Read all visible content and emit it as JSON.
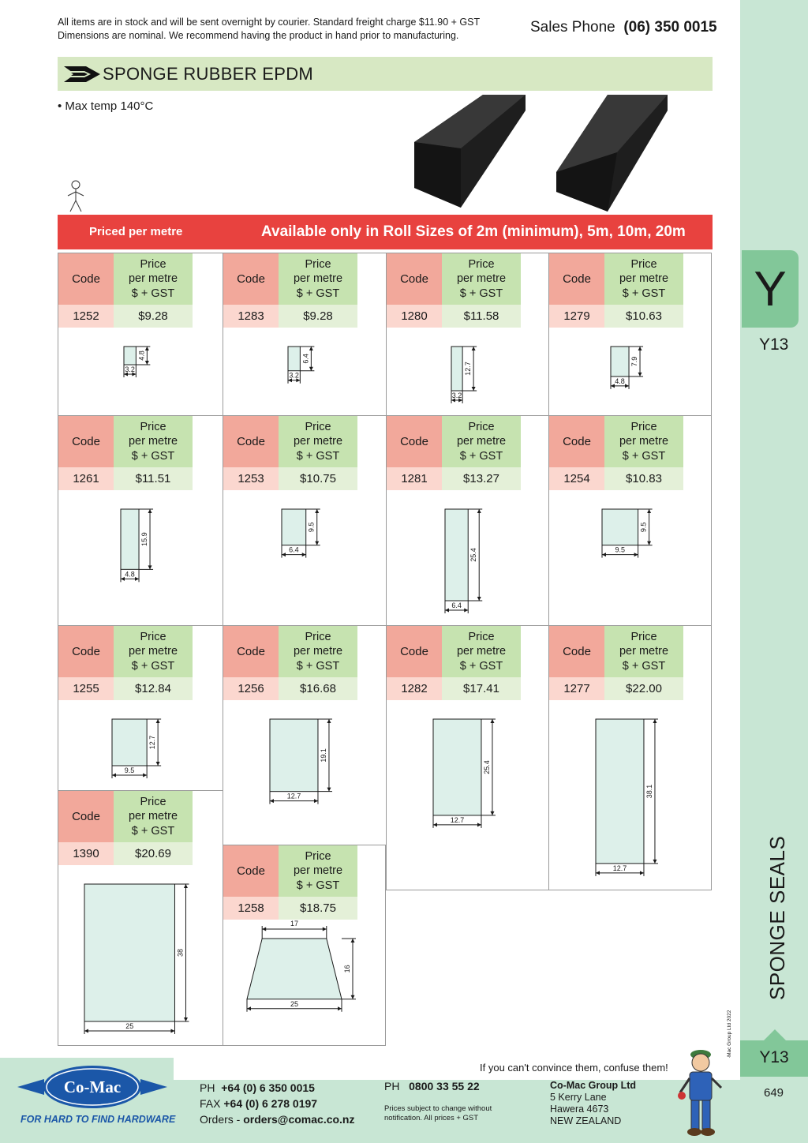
{
  "header": {
    "note_line1": "All items are in stock and will be sent overnight by courier. Standard freight charge $11.90 + GST",
    "note_line2": "Dimensions are nominal. We recommend having the product in hand prior to manufacturing.",
    "sales_label": "Sales Phone",
    "sales_number": "(06) 350 0015"
  },
  "title": "SPONGE RUBBER EPDM",
  "feature": "• Max temp 140°C",
  "banner": {
    "left": "Priced per metre",
    "right": "Available only in Roll Sizes of 2m (minimum), 5m, 10m, 20m"
  },
  "table_labels": {
    "code": "Code",
    "price_line1": "Price",
    "price_line2": "per metre",
    "price_line3": "$ + GST"
  },
  "products": [
    {
      "code": "1252",
      "price": "$9.28",
      "w": "3.2",
      "h": "4.8"
    },
    {
      "code": "1283",
      "price": "$9.28",
      "w": "3.2",
      "h": "6.4"
    },
    {
      "code": "1280",
      "price": "$11.58",
      "w": "3.2",
      "h": "12.7"
    },
    {
      "code": "1279",
      "price": "$10.63",
      "w": "4.8",
      "h": "7.9"
    },
    {
      "code": "1261",
      "price": "$11.51",
      "w": "4.8",
      "h": "15.9"
    },
    {
      "code": "1253",
      "price": "$10.75",
      "w": "6.4",
      "h": "9.5"
    },
    {
      "code": "1281",
      "price": "$13.27",
      "w": "6.4",
      "h": "25.4"
    },
    {
      "code": "1254",
      "price": "$10.83",
      "w": "9.5",
      "h": "9.5"
    },
    {
      "code": "1255",
      "price": "$12.84",
      "w": "9.5",
      "h": "12.7"
    },
    {
      "code": "1256",
      "price": "$16.68",
      "w": "12.7",
      "h": "19.1"
    },
    {
      "code": "1282",
      "price": "$17.41",
      "w": "12.7",
      "h": "25.4"
    },
    {
      "code": "1277",
      "price": "$22.00",
      "w": "12.7",
      "h": "38.1"
    },
    {
      "code": "1390",
      "price": "$20.69",
      "w": "25",
      "h": "38"
    },
    {
      "code": "1258",
      "price": "$18.75",
      "top": "17",
      "w": "25",
      "h": "16"
    }
  ],
  "sidebar": {
    "letter": "Y",
    "section": "Y13",
    "category": "SPONGE SEALS",
    "copyright": "© Co-Mac Group Ltd 2022",
    "tab_code": "Y13",
    "page_number": "649"
  },
  "footer": {
    "slogan": "If you can't convince them, confuse them!",
    "logo_text": "Co-Mac",
    "tagline": "FOR HARD TO FIND HARDWARE",
    "ph_label": "PH",
    "ph": "+64 (0) 6 350 0015",
    "fax_label": "FAX",
    "fax": "+64 (0) 6 278 0197",
    "orders_label": "Orders - ",
    "orders": "orders@comac.co.nz",
    "ph2_label": "PH",
    "ph2": "0800 33 55 22",
    "note": "Prices subject to change without notification. All prices + GST",
    "company": "Co-Mac Group Ltd",
    "addr1": "5 Kerry Lane",
    "addr2": "Hawera 4673",
    "addr3": "NEW ZEALAND"
  },
  "colors": {
    "title_bar": "#d7e8c3",
    "banner": "#e8423f",
    "code_header": "#f2a89b",
    "price_header": "#c6e3b0",
    "sidebar": "#c8e6d4",
    "tab": "#82c799",
    "logo_blue": "#1b57a8"
  }
}
